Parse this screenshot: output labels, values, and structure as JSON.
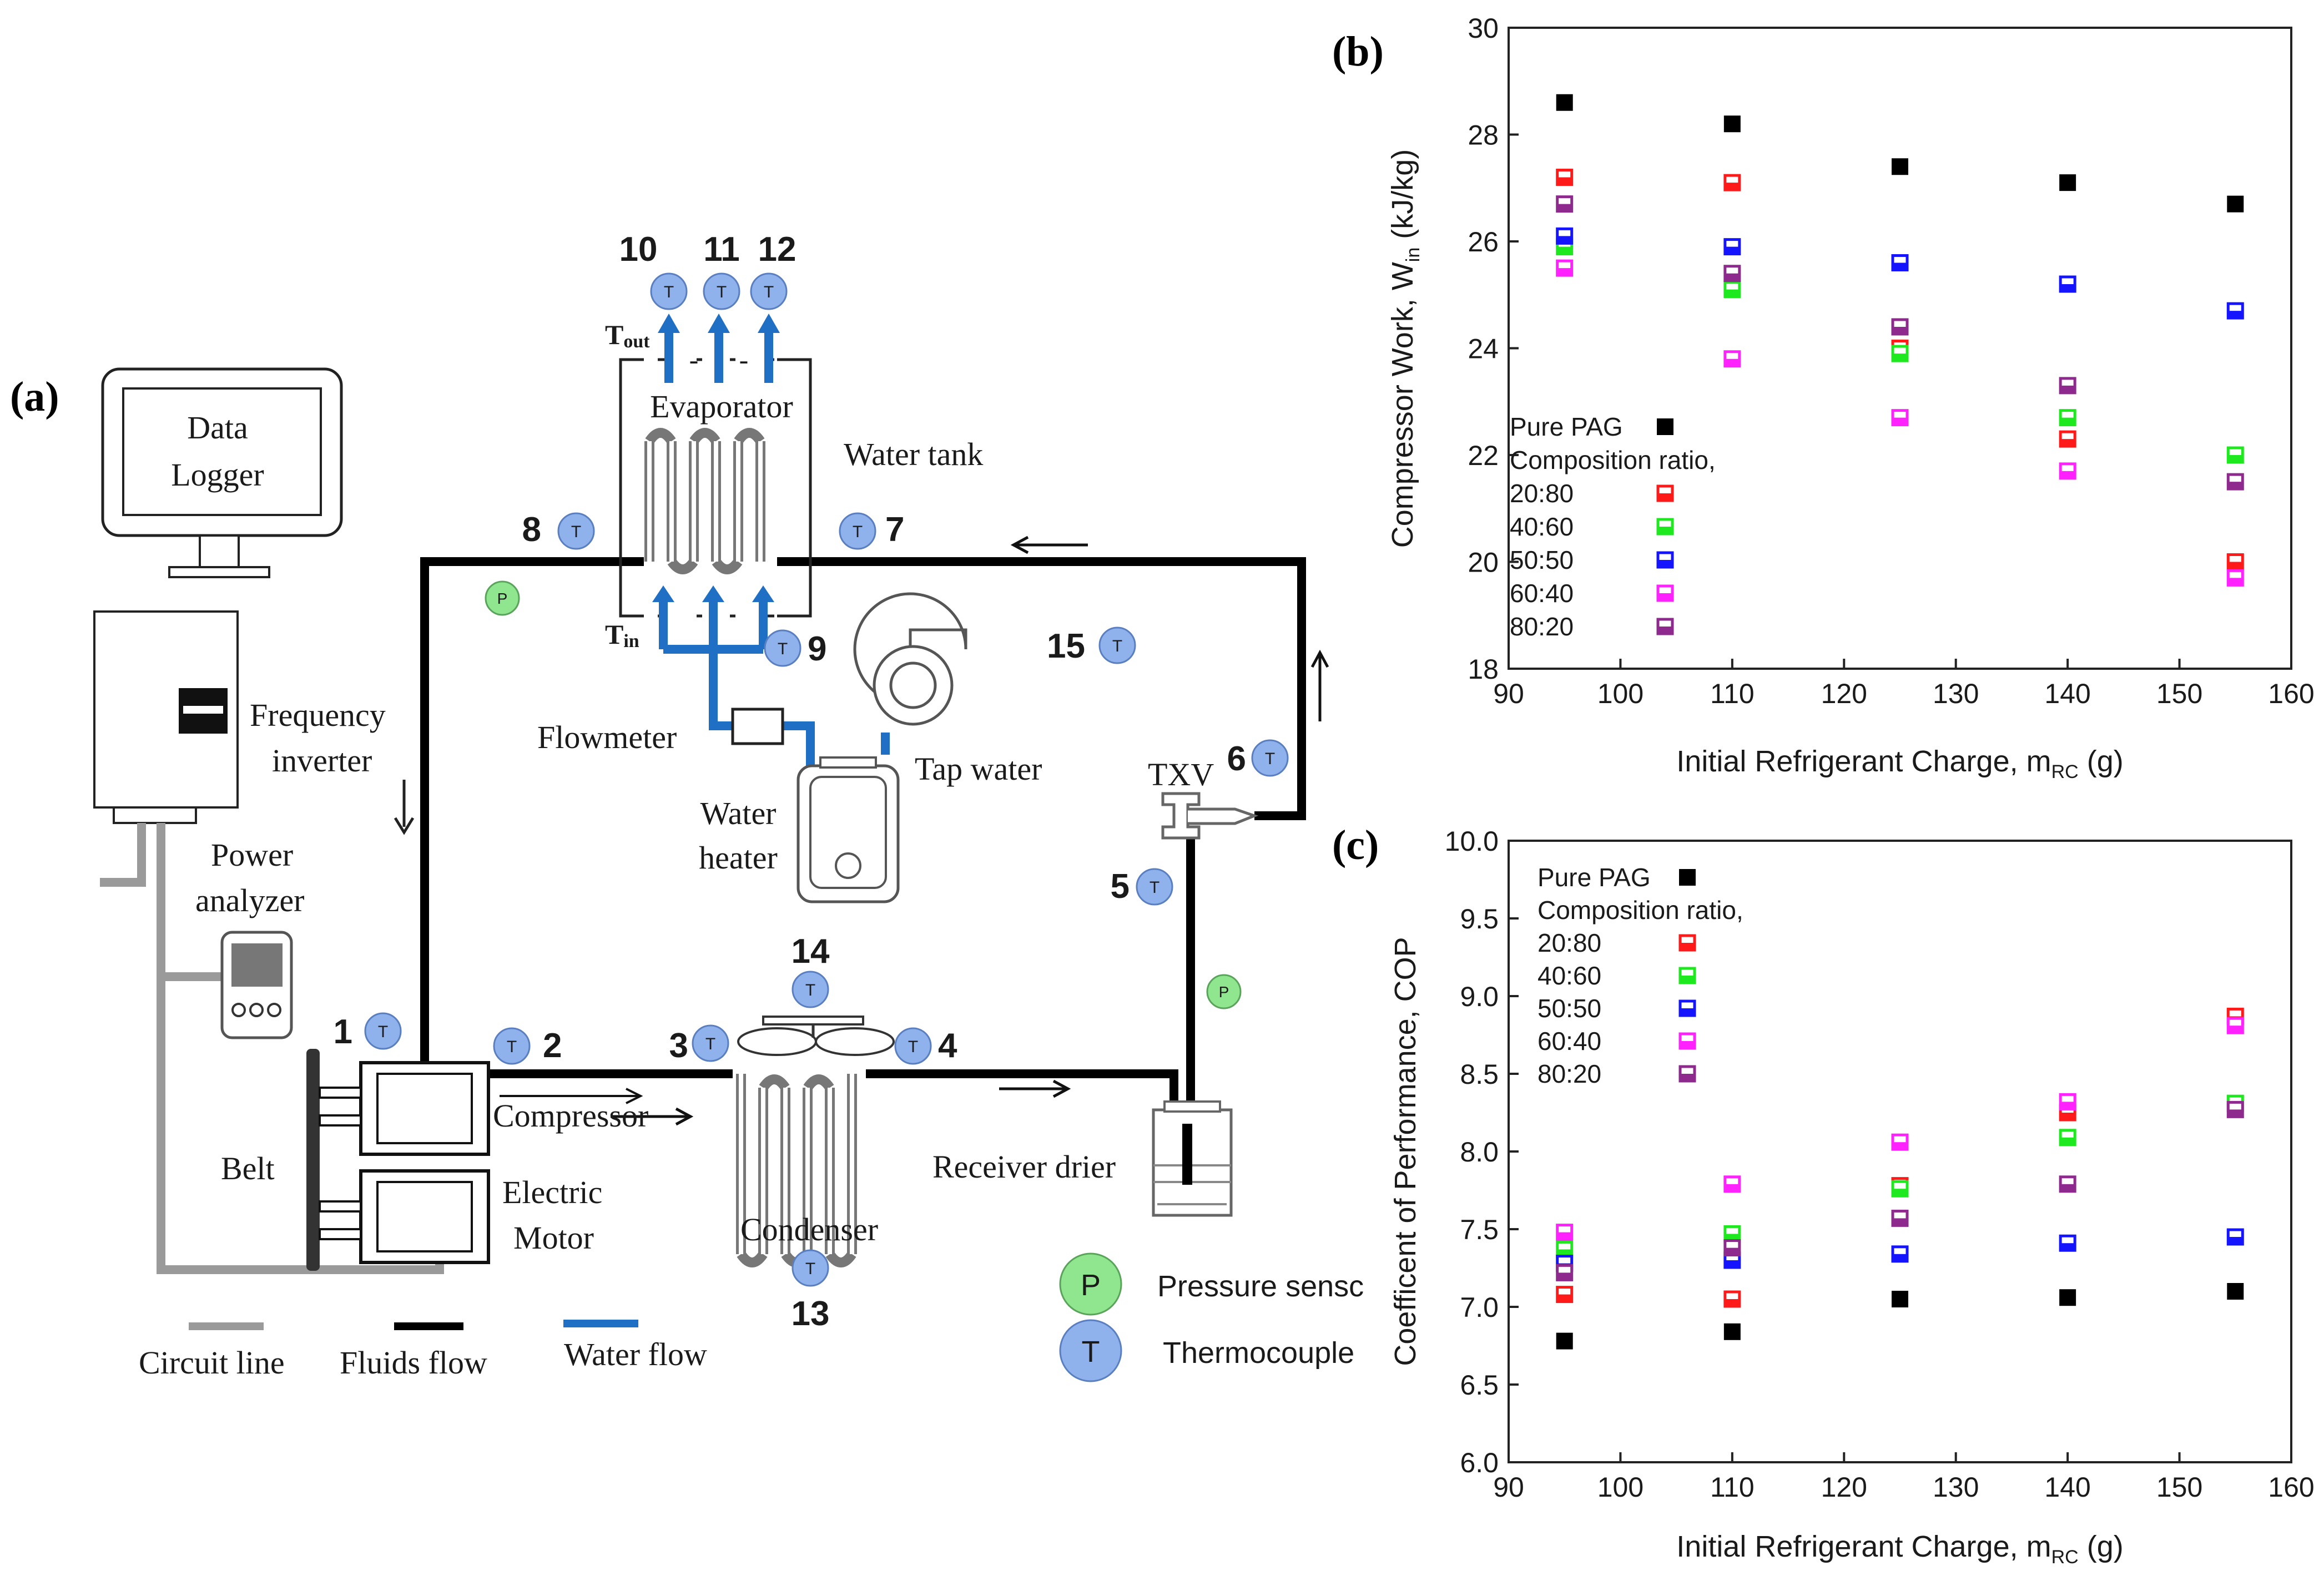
{
  "panel_a": {
    "panel_label": "(a)",
    "data_logger": [
      "Data",
      "Logger"
    ],
    "frequency_inverter": [
      "Frequency",
      "inverter"
    ],
    "power_analyzer": [
      "Power",
      "analyzer"
    ],
    "belt": "Belt",
    "electric_motor": [
      "Electric",
      "Motor"
    ],
    "compressor": "Compressor",
    "condenser": "Condenser",
    "receiver_drier": "Receiver drier",
    "evaporator": "Evaporator",
    "water_tank": "Water tank",
    "flowmeter": "Flowmeter",
    "tap_water": "Tap water",
    "water_heater": [
      "Water",
      "heater"
    ],
    "txv": "TXV",
    "t_out_main": "T",
    "t_out_sub": "out",
    "t_in_main": "T",
    "t_in_sub": "in",
    "sensor_letter_t": "T",
    "sensor_letter_p": "P",
    "points": [
      "1",
      "2",
      "3",
      "4",
      "5",
      "6",
      "7",
      "8",
      "9",
      "10",
      "11",
      "12",
      "13",
      "14",
      "15"
    ],
    "legend": {
      "circuit": "Circuit line",
      "fluids": "Fluids flow",
      "water": "Water flow",
      "pressure": "Pressure sensc",
      "thermo": "Thermocouple"
    },
    "colors": {
      "water_flow": "#1f6fc4",
      "fluid_flow": "#000000",
      "circuit_line": "#9a9a9a",
      "thermocouple": "#8fb1ec",
      "pressure_sensor": "#8fe68f"
    }
  },
  "chart_data": [
    {
      "panel_label": "(b)",
      "type": "scatter",
      "xlabel_main": "Initial Refrigerant Charge, m",
      "xlabel_sub": "RC",
      "xlabel_end": " (g)",
      "ylabel_main": "Compressor Work, W",
      "ylabel_sub": "in",
      "ylabel_end": " (kJ/kg)",
      "xlim": [
        90,
        160
      ],
      "ylim": [
        18,
        30
      ],
      "xticks": [
        90,
        100,
        110,
        120,
        130,
        140,
        150,
        160
      ],
      "yticks": [
        18,
        20,
        22,
        24,
        26,
        28,
        30
      ],
      "legend": {
        "placement": "center-left",
        "heading": "Composition ratio,"
      },
      "series": [
        {
          "name": "Pure PAG",
          "color": "#000000",
          "filled": true,
          "x": [
            95,
            110,
            125,
            140,
            155
          ],
          "y": [
            28.6,
            28.2,
            27.4,
            27.1,
            26.7
          ]
        },
        {
          "name": "20:80",
          "color": "#ff1a1a",
          "filled": false,
          "x": [
            95,
            110,
            125,
            140,
            155
          ],
          "y": [
            27.2,
            27.1,
            24.0,
            22.3,
            20.0
          ]
        },
        {
          "name": "40:60",
          "color": "#1ee81e",
          "filled": false,
          "x": [
            95,
            110,
            125,
            140,
            155
          ],
          "y": [
            25.9,
            25.1,
            23.9,
            22.7,
            22.0
          ]
        },
        {
          "name": "50:50",
          "color": "#1414ff",
          "filled": false,
          "x": [
            95,
            110,
            125,
            140,
            155
          ],
          "y": [
            26.1,
            25.9,
            25.6,
            25.2,
            24.7
          ]
        },
        {
          "name": "60:40",
          "color": "#ff22ff",
          "filled": false,
          "x": [
            95,
            110,
            125,
            140,
            155
          ],
          "y": [
            25.5,
            23.8,
            22.7,
            21.7,
            19.7
          ]
        },
        {
          "name": "80:20",
          "color": "#8e2a8e",
          "filled": false,
          "x": [
            95,
            110,
            125,
            140,
            155
          ],
          "y": [
            26.7,
            25.4,
            24.4,
            23.3,
            21.5
          ]
        }
      ]
    },
    {
      "panel_label": "(c)",
      "type": "scatter",
      "xlabel_main": "Initial Refrigerant Charge, m",
      "xlabel_sub": "RC",
      "xlabel_end": " (g)",
      "ylabel_main": "Coefficent of Performance, COP",
      "ylabel_sub": "",
      "ylabel_end": "",
      "xlim": [
        90,
        160
      ],
      "ylim": [
        6.0,
        10.0
      ],
      "xticks": [
        90,
        100,
        110,
        120,
        130,
        140,
        150,
        160
      ],
      "yticks": [
        "6.0",
        "6.5",
        "7.0",
        "7.5",
        "8.0",
        "8.5",
        "9.0",
        "9.5",
        "10.0"
      ],
      "legend": {
        "placement": "top-left",
        "heading": "Composition ratio,"
      },
      "series": [
        {
          "name": "Pure PAG",
          "color": "#000000",
          "filled": true,
          "x": [
            95,
            110,
            125,
            140,
            155
          ],
          "y": [
            6.78,
            6.84,
            7.05,
            7.06,
            7.1
          ]
        },
        {
          "name": "20:80",
          "color": "#ff1a1a",
          "filled": false,
          "x": [
            95,
            110,
            125,
            140,
            155
          ],
          "y": [
            7.08,
            7.05,
            7.78,
            8.25,
            8.87
          ]
        },
        {
          "name": "40:60",
          "color": "#1ee81e",
          "filled": false,
          "x": [
            95,
            110,
            125,
            140,
            155
          ],
          "y": [
            7.37,
            7.47,
            7.76,
            8.09,
            8.31
          ]
        },
        {
          "name": "50:50",
          "color": "#1414ff",
          "filled": false,
          "x": [
            95,
            110,
            125,
            140,
            155
          ],
          "y": [
            7.28,
            7.3,
            7.34,
            7.41,
            7.45
          ]
        },
        {
          "name": "60:40",
          "color": "#ff22ff",
          "filled": false,
          "x": [
            95,
            110,
            125,
            140,
            155
          ],
          "y": [
            7.48,
            7.79,
            8.06,
            8.32,
            8.81
          ]
        },
        {
          "name": "80:20",
          "color": "#8e2a8e",
          "filled": false,
          "x": [
            95,
            110,
            125,
            140,
            155
          ],
          "y": [
            7.22,
            7.38,
            7.57,
            7.79,
            8.27
          ]
        }
      ]
    }
  ]
}
